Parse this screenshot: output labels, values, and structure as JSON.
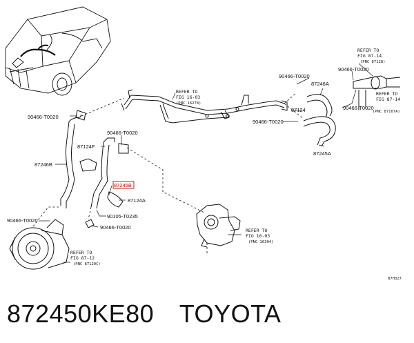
{
  "labels": {
    "clamp_1": "90466-T0020",
    "clamp_2": "90466-T0020",
    "clamp_3": "90466-T0020",
    "clamp_4": "90466-T0020",
    "clamp_5": "90466-T0020",
    "clamp_6": "90466-T0020",
    "clamp_7": "90466-T0020",
    "clamp_8": "90466-T0020",
    "hose_87246b": "87246B",
    "hose_87124f": "87124F",
    "hose_87245b": "87245B",
    "bracket_87124a_left": "87124A",
    "bolt_90105": "90105-T0235",
    "hose_87246a": "87246A",
    "hose_87124": "87124",
    "hose_87245a": "87245A",
    "diagram_code": "87H327"
  },
  "references": {
    "ref_top_center": {
      "line1": "REFER TO",
      "line2": "FIG 16-03",
      "line3": "(PNC 16278)"
    },
    "ref_top_right_1": {
      "line1": "REFER TO",
      "line2": "FIG 87-14",
      "line3": "(PNC 87128)"
    },
    "ref_top_right_2": {
      "line1": "REFER TO",
      "line2": "FIG 87-14",
      "line3": "(PNC 87107A)"
    },
    "ref_bottom_center": {
      "line1": "REFER TO",
      "line2": "FIG 16-03",
      "line3": "(PNC 16304)"
    },
    "ref_bottom_left": {
      "line1": "REFER TO",
      "line2": "FIG 87-12",
      "line3": "(PNC 87120C)"
    }
  },
  "footer": {
    "part_number": "872450KE80",
    "brand": "TOYOTA"
  },
  "colors": {
    "highlight": "#c00000",
    "line": "#111111"
  }
}
